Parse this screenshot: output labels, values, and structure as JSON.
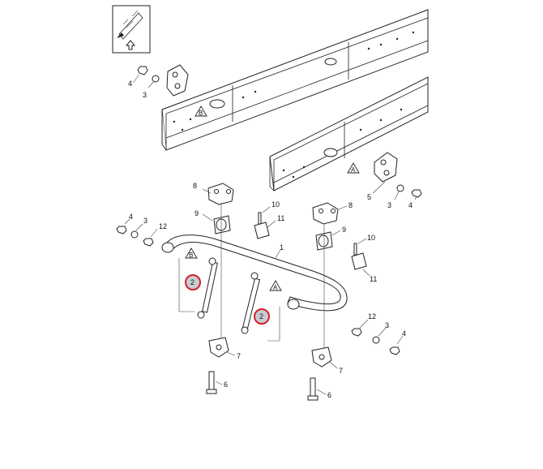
{
  "diagram": {
    "callouts": {
      "c1": "1",
      "c2a": "2",
      "c2b": "2",
      "c3": "3",
      "c4": "4",
      "c5": "5",
      "c6": "6",
      "c7": "7",
      "c8": "8",
      "c9": "9",
      "c10": "10",
      "c11": "11",
      "c12": "12"
    },
    "markers": {
      "A": "A",
      "B": "B"
    },
    "highlight_color": "#d0202a",
    "orientation_icon": "front-direction-icon"
  }
}
